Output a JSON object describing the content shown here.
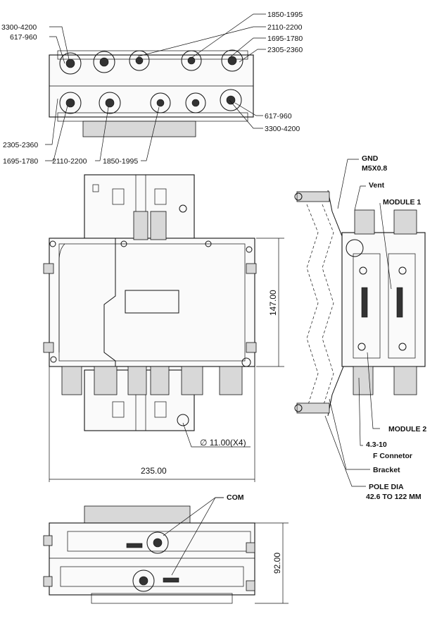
{
  "top_view": {
    "labels_left": [
      "3300-4200",
      "617-960",
      "2305-2360",
      "1695-1780",
      "2110-2200",
      "1850-1995"
    ],
    "labels_right": [
      "1850-1995",
      "2110-2200",
      "1695-1780",
      "2305-2360",
      "617-960",
      "3300-4200"
    ]
  },
  "front_view": {
    "dim_height": "147.00",
    "dim_width": "235.00",
    "dim_hole": "∅ 11.00(X4)"
  },
  "side_view": {
    "gnd": "GND",
    "gnd_thread": "M5X0.8",
    "vent": "Vent",
    "module1": "MODULE 1",
    "module2": "MODULE 2",
    "connector_size": "4.3-10",
    "connector_type": "F Connetor",
    "bracket": "Bracket",
    "pole": "POLE DIA",
    "pole_range": "42.6 TO 122 MM"
  },
  "bottom_view": {
    "com": "COM",
    "dim_height": "92.00"
  }
}
